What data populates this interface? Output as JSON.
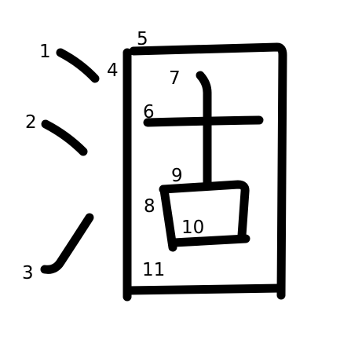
{
  "diagram": {
    "stroke_color": "#000000",
    "background": "#ffffff",
    "stroke_numbers": [
      "1",
      "2",
      "3",
      "4",
      "5",
      "6",
      "7",
      "8",
      "9",
      "10",
      "11"
    ]
  }
}
